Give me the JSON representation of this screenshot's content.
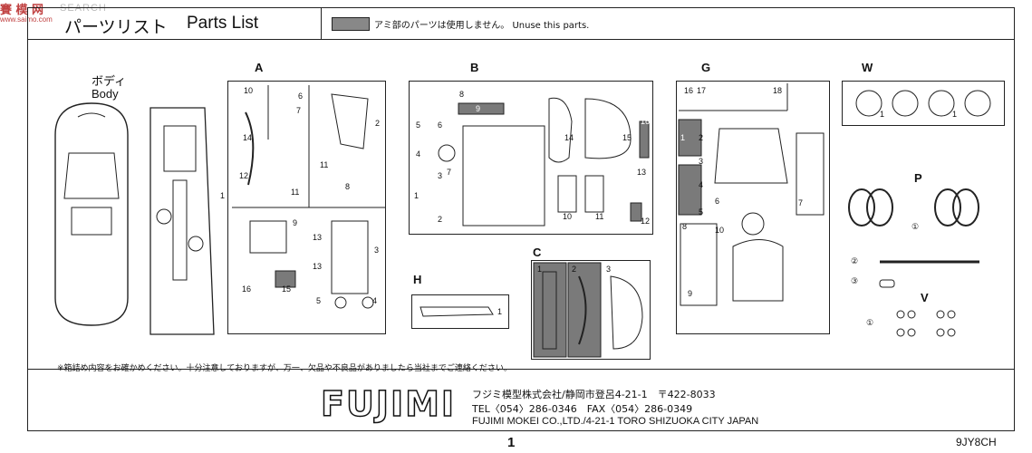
{
  "watermark": {
    "logo": "賽 模 网",
    "site": "www.saimo.com",
    "search": "SEARCH"
  },
  "header": {
    "title_jp": "パーツリスト",
    "title_en": "Parts List",
    "unuse_note": "アミ部のパーツは使用しません。 Unuse this parts."
  },
  "groups": {
    "body_jp": "ボディ",
    "body_en": "Body",
    "body_part": "1",
    "A": "A",
    "B": "B",
    "C": "C",
    "G": "G",
    "H": "H",
    "W": "W",
    "P": "P",
    "V": "V"
  },
  "parts": {
    "A": [
      "10",
      "6",
      "7",
      "2",
      "14",
      "12",
      "11",
      "11",
      "8",
      "9",
      "13",
      "3",
      "13",
      "16",
      "15",
      "5",
      "4"
    ],
    "B": [
      "8",
      "9",
      "5",
      "6",
      "4",
      "14",
      "15",
      "16",
      "1",
      "3",
      "2",
      "7",
      "10",
      "11",
      "12",
      "13"
    ],
    "C": [
      "1",
      "2",
      "3"
    ],
    "G": [
      "16",
      "17",
      "18",
      "1",
      "2",
      "3",
      "4",
      "5",
      "6",
      "7",
      "8",
      "9",
      "10"
    ],
    "H": [
      "1"
    ],
    "W": [
      "1",
      "1"
    ],
    "P": [
      "①",
      "②",
      "③"
    ],
    "V": [
      "①"
    ]
  },
  "footer": {
    "note": "※箱詰め内容をお確かめください。十分注意しておりますが、万一、欠品や不良品がありましたら当社までご連絡ください。",
    "logo": "FUJIMI",
    "company_jp": "フジミ模型株式会社/静岡市登呂4-21-1　〒422-8033",
    "tel": "TEL〈054〉286-0346　FAX〈054〉286-0349",
    "company_en": "FUJIMI MOKEI CO.,LTD./4-21-1 TORO SHIZUOKA CITY JAPAN",
    "page": "1",
    "code": "9JY8CH"
  }
}
